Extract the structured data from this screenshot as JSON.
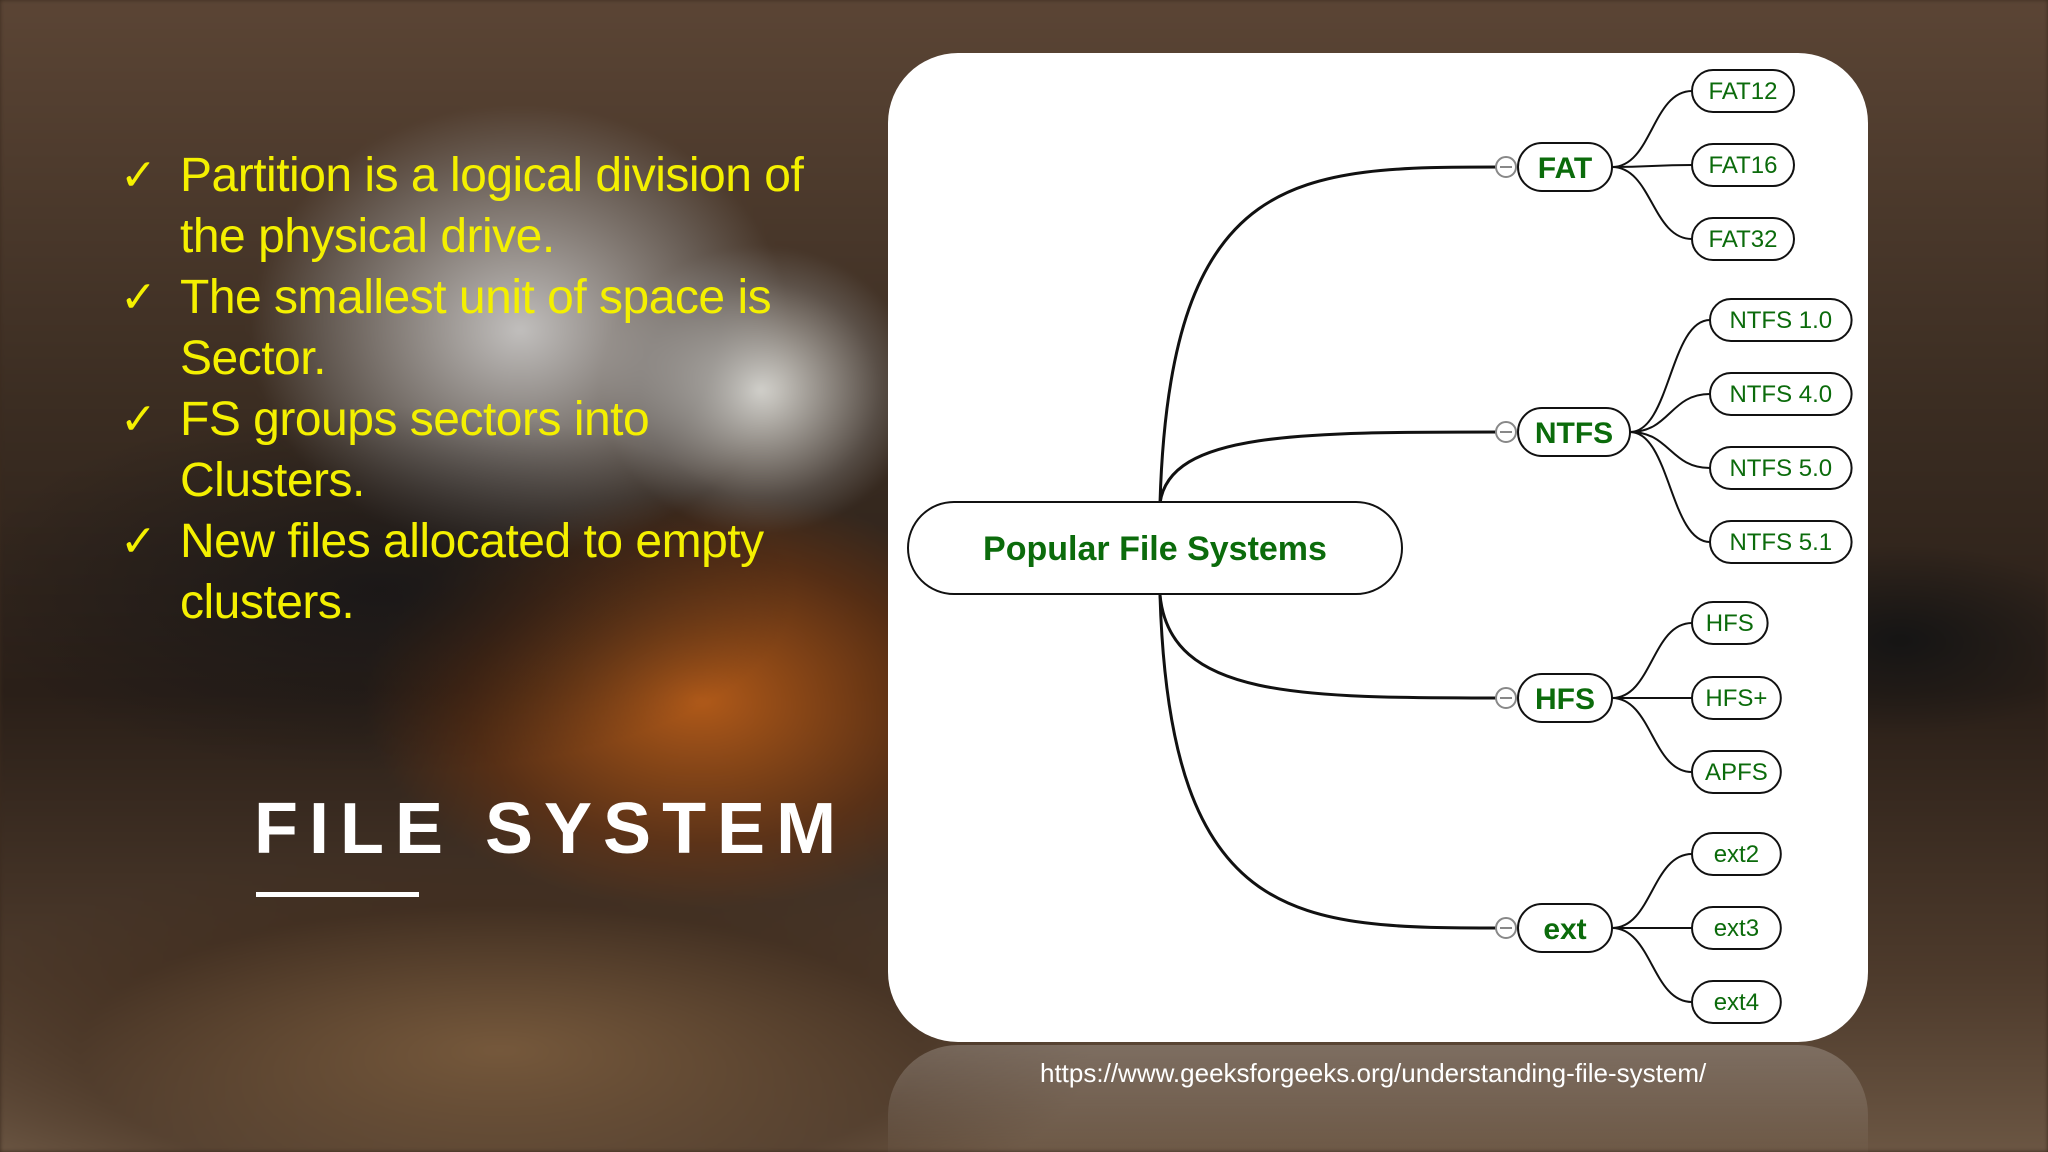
{
  "bullets": [
    {
      "check": "✓",
      "text": "Partition is a logical division of the physical drive."
    },
    {
      "check": "✓",
      "text": "The smallest unit of space is Sector."
    },
    {
      "check": "✓",
      "text": "FS groups sectors into Clusters."
    },
    {
      "check": "✓",
      "text": "New files allocated to empty clusters."
    }
  ],
  "title": "FILE SYSTEM",
  "mindmap": {
    "root": "Popular File Systems",
    "branches": [
      {
        "label": "FAT",
        "children": [
          "FAT12",
          "FAT16",
          "FAT32"
        ]
      },
      {
        "label": "NTFS",
        "children": [
          "NTFS 1.0",
          "NTFS 4.0",
          "NTFS 5.0",
          "NTFS 5.1"
        ]
      },
      {
        "label": "HFS",
        "children": [
          "HFS",
          "HFS+",
          "APFS"
        ]
      },
      {
        "label": "ext",
        "children": [
          "ext2",
          "ext3",
          "ext4"
        ]
      }
    ],
    "colors": {
      "text": "#0b6b0b",
      "stroke": "#111111",
      "collapse": "#888888"
    }
  },
  "source": "https://www.geeksforgeeks.org/understanding-file-system/"
}
